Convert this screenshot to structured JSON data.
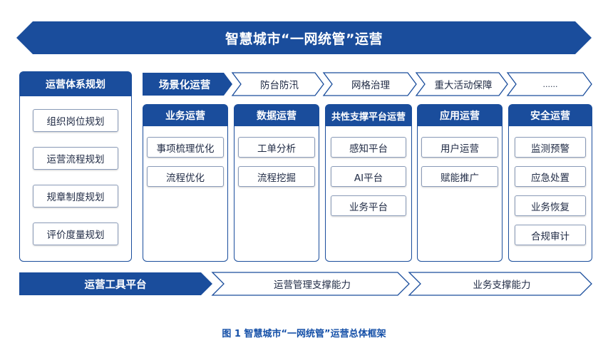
{
  "title": "智慧城市“一网统管”运营",
  "left_panel": {
    "heading": "运营体系规划",
    "items": [
      "组织岗位规划",
      "运营流程规划",
      "规章制度规划",
      "评价度量规划"
    ]
  },
  "scenario_row": {
    "label": "场景化运营",
    "steps": [
      "防台防汛",
      "网格治理",
      "重大活动保障",
      "......"
    ]
  },
  "columns": [
    {
      "heading": "业务运营",
      "items": [
        "事项梳理优化",
        "流程优化"
      ]
    },
    {
      "heading": "数据运营",
      "items": [
        "工单分析",
        "流程挖掘"
      ]
    },
    {
      "heading": "共性支撑平台运营",
      "items": [
        "感知平台",
        "AI平台",
        "业务平台"
      ]
    },
    {
      "heading": "应用运营",
      "items": [
        "用户运营",
        "赋能推广"
      ]
    },
    {
      "heading": "安全运营",
      "items": [
        "监测预警",
        "应急处置",
        "业务恢复",
        "合规审计"
      ]
    }
  ],
  "bottom_row": {
    "label": "运营工具平台",
    "steps": [
      "运营管理支撑能力",
      "业务支撑能力"
    ]
  },
  "caption": "图 1 智慧城市“一网统管”运营总体框架",
  "colors": {
    "primary": "#1a4d9c",
    "outline": "#1a4d9c",
    "pill_border": "#8a9bb8"
  }
}
